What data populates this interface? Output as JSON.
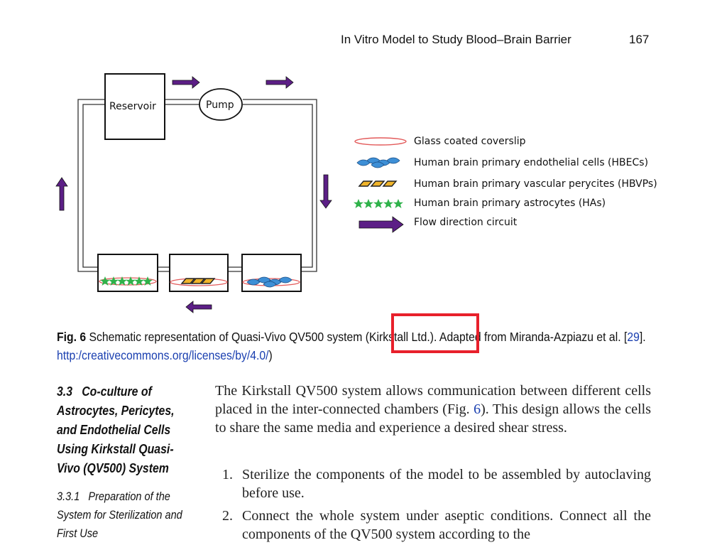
{
  "header": {
    "running_title": "In Vitro Model to Study Blood–Brain Barrier",
    "page_number": "167"
  },
  "figure": {
    "labels": {
      "reservoir": "Reservoir",
      "pump": "Pump"
    },
    "legend": [
      {
        "icon": "glass-coverslip-icon",
        "label": "Glass coated coverslip"
      },
      {
        "icon": "endothelial-cells-icon",
        "label": "Human brain primary endothelial cells (HBECs)"
      },
      {
        "icon": "pericytes-icon",
        "label": "Human brain primary vascular perycites (HBVPs)"
      },
      {
        "icon": "astrocytes-icon",
        "label": "Human brain primary astrocytes (HAs)"
      },
      {
        "icon": "flow-arrow-icon",
        "label": "Flow direction circuit"
      }
    ],
    "colors": {
      "arrow": "#5c1f86",
      "coverslip": "#e35b5b",
      "endothelial": "#3d8fd6",
      "pericyte": "#f0b42a",
      "astrocyte": "#2fb24a"
    }
  },
  "caption": {
    "label": "Fig. 6",
    "text_before": " Schematic representation of Quasi-Vivo QV500 system ",
    "highlight": "(Kirkstall Ltd.).",
    "text_after": " Adapted from Miranda-Azpiazu et al. [",
    "ref": "29",
    "text_mid": "]. ",
    "link": "http:/creativecommons.org/licenses/by/4.0/",
    "text_end": ")"
  },
  "section": {
    "heading_number": "3.3",
    "heading_text": "Co-culture of Astrocytes, Pericytes, and Endothelial Cells Using Kirkstall Quasi-Vivo (QV500) System",
    "subheading_number": "3.3.1",
    "subheading_text": "Preparation of the System for Sterilization and First Use",
    "paragraph_a": "The Kirkstall QV500 system allows communication between different cells placed in the inter-connected chambers (Fig. ",
    "paragraph_ref": "6",
    "paragraph_b": "). This design allows the cells to share the same media and experience a desired shear stress.",
    "steps": [
      {
        "num": "1.",
        "text": "Sterilize the components of the model to be assembled by autoclaving before use."
      },
      {
        "num": "2.",
        "text": "Connect the whole system under aseptic conditions. Connect all the components of the QV500 system according to the"
      }
    ]
  }
}
